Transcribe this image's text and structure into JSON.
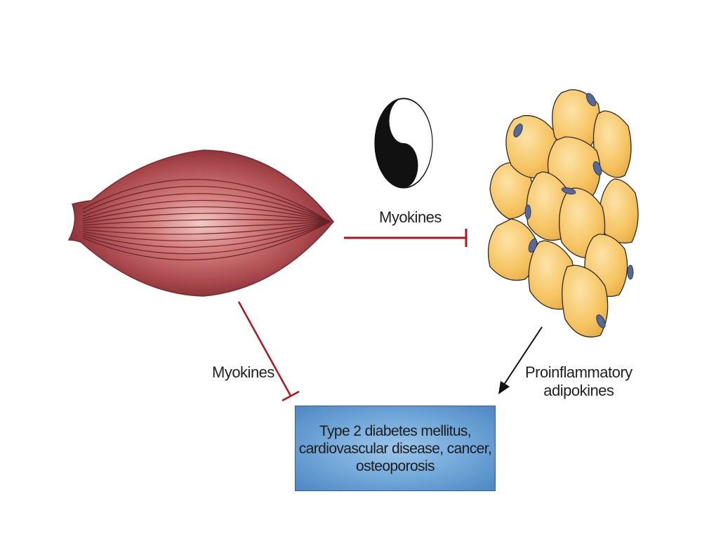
{
  "labels": {
    "myokines_top": "Myokines",
    "myokines_left": "Myokines",
    "adipokines_line1": "Proinflammatory",
    "adipokines_line2": "adipokines"
  },
  "outcome_box": {
    "line1": "Type 2 diabetes mellitus,",
    "line2": "cardiovascular disease, cancer,",
    "line3": "osteoporosis"
  },
  "icons": {
    "muscle": "muscle-icon",
    "yin_yang": "yin-yang-icon",
    "fat_cells": "adipocyte-cluster-icon"
  },
  "colors": {
    "inhibition_line": "#b5121b",
    "muscle_dark": "#8c2f35",
    "fat_cell": "#f7c566",
    "nucleus": "#566a9a",
    "box_fill": "#6fa6d8"
  }
}
